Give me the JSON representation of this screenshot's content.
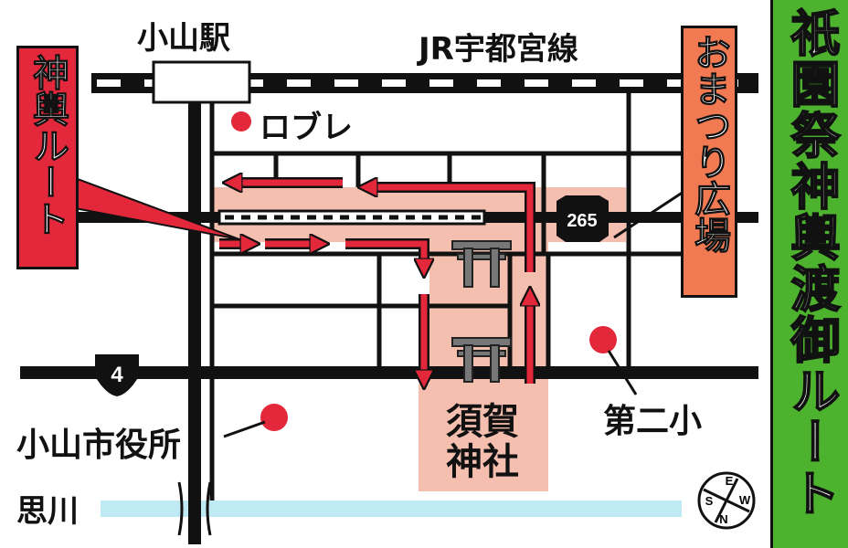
{
  "title": "祇園祭神輿渡御ルート",
  "route_label": "神輿ルート",
  "plaza_label": "おまつり広場",
  "colors": {
    "route_red": "#e2283a",
    "plaza_orange": "#f27a52",
    "road_black": "#111111",
    "river_blue": "#bfeaf3",
    "highlight_pink": "#f5bfb0",
    "title_green": "#4db32e"
  },
  "places": {
    "station": "小山駅",
    "railway": "JR宇都宮線",
    "mall": "ロブレ",
    "city_hall": "小山市役所",
    "school": "第二小",
    "shrine": "須賀神社",
    "river": "思川"
  },
  "roads": {
    "route_265": "265",
    "route_4": "4"
  },
  "compass": [
    "N",
    "E",
    "S",
    "W"
  ]
}
